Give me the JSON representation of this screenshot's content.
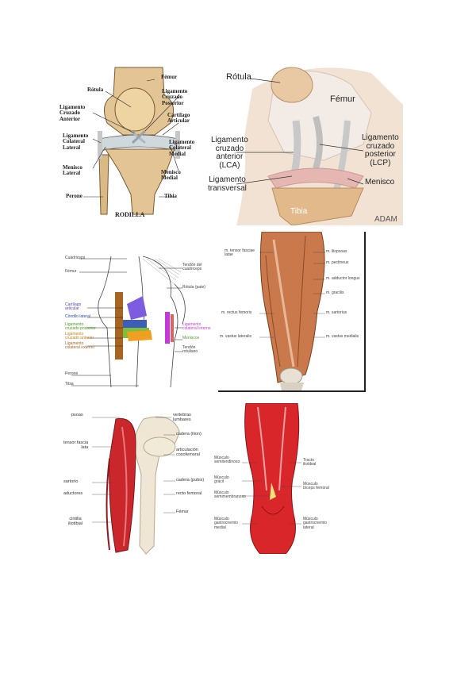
{
  "panel1": {
    "title": "RODILLA",
    "labels": {
      "femur": "Fémur",
      "rotula": "Rótula",
      "lig_cruzado_posterior": "Ligamento\nCruzado\nPosterior",
      "cartilago_articular": "Cartílago\nArticular",
      "lig_cruzado_anterior": "Ligamento\nCruzado\nAnterior",
      "lig_colateral_lateral": "Ligamento\nColateral\nLateral",
      "lig_colateral_medial": "Ligamento\nColateral\nMedial",
      "menisco_lateral": "Menisco\nLateral",
      "menisco_medial": "Menisco\nMedial",
      "perone": "Perone",
      "tibia": "Tibia"
    }
  },
  "panel2": {
    "labels": {
      "rotula": "Rótula",
      "femur": "Fémur",
      "lca": "Ligamento\ncruzado\nanterior\n(LCA)",
      "lcp": "Ligamento\ncruzado\nposterior\n(LCP)",
      "transversal": "Ligamento\ntransversal",
      "menisco": "Menisco",
      "tibia": "Tibia",
      "logo": "ADAM"
    }
  },
  "panel3": {
    "labels": {
      "l1": "Cuádriceps",
      "l2": "Fémur",
      "l3": "Tendón del\ncuádriceps",
      "l4": "Rótula (pate)",
      "l5": "Cartílago\narticular",
      "l6": "Cóndilo lateral",
      "l7": "Ligamento\ncruzado posterior",
      "l8": "Ligamento\ncruzado anterior",
      "l9": "Ligamento\ncolateral externo",
      "l10": "Ligamento\ncolateral interno",
      "l11": "Meniscos",
      "l12": "Tendón\nrotuliano",
      "l13": "Peroné",
      "l14": "Tibia"
    }
  },
  "panel4": {
    "labels": {
      "tfl": "m. tensor fasciae\nlatae",
      "iliopsoas": "m. iliopsoas",
      "pectineus": "m. pectineus",
      "adductor": "m. adductor longus",
      "gracilis": "m. gracilis",
      "rectus": "m. rectus femoris",
      "sartorius": "m. sartorius",
      "vlat": "m. vastus lateralis",
      "vmed": "m. vastus medialis"
    }
  },
  "panel5": {
    "labels": {
      "psoas": "psoas",
      "vertebras": "vertebras\nlumbares",
      "tensor": "tensor fascia\nlata",
      "cadera": "cadera (ilion)",
      "articulacion": "articulación\ncoxofemoral",
      "cadera_pubis": "cadera (pubis)",
      "sartorio": "sartorio",
      "aductores": "aductores",
      "recto": "recto femoral",
      "cintilla": "cintilla\niliotibial",
      "femur": "Fémur"
    }
  },
  "panel6": {
    "labels": {
      "semitendinoso": "Músculo\nsemitendinoso",
      "tracto": "Tracto\niliotibial",
      "gracil": "Músculo\ngrácil",
      "biceps": "Músculo\nbíceps femoral",
      "semimembranoso": "Músculo\nsemimembranoso",
      "gastro_medial": "Músculo\ngastrocnemio\nmedial",
      "gastro_lateral": "Músculo\ngastrocnemio\nlateral"
    }
  },
  "colors": {
    "bone": "#e6c99a",
    "muscle": "#c9794c",
    "muscle_red": "#d9262a",
    "ligament": "#d8d8d8",
    "bg_panel2": "#f1e2d3",
    "panel_border": "#222222"
  }
}
